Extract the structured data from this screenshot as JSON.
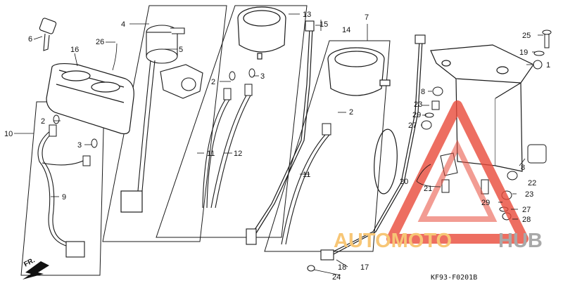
{
  "diagram_code": "KF93-F0201B",
  "direction_label": "FR.",
  "watermark": {
    "part1": "AUTOMOTO",
    "part2": "HUB",
    "primary_color": "#e84a3a",
    "accent_color": "#f7c676",
    "secondary_color": "#a9a9a9"
  },
  "callouts": [
    "1",
    "2",
    "3",
    "4",
    "5",
    "6",
    "7",
    "8",
    "9",
    "10",
    "11",
    "12",
    "13",
    "14",
    "15",
    "16",
    "17",
    "18",
    "19",
    "20",
    "21",
    "22",
    "23",
    "24",
    "25",
    "26",
    "27",
    "28",
    "29"
  ],
  "colors": {
    "line": "#1a1a1a",
    "panel_fill": "#ffffff"
  }
}
